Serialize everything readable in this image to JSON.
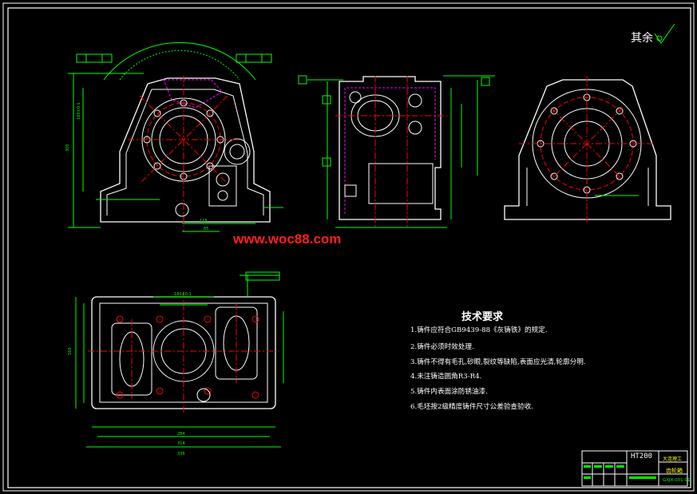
{
  "watermark": "www.woc88.com",
  "roughness_note": "其余",
  "tech_requirements": {
    "title": "技术要求",
    "items": [
      "1.铸件应符合GB9439-88《灰铸铁》的规定.",
      "2.铸件必须时效处理.",
      "3.铸件不得有毛孔,砂眼,裂纹等缺陷,表面应光清,轮廓分明.",
      "4.未注铸造圆角R3-R4.",
      "5.铸件内表面涂防锈油漆.",
      "6.毛坯按2级精度铸件尺寸公差验查验收."
    ]
  },
  "title_block": {
    "material": "HT200",
    "company": "大连理工",
    "part_name": "齿轮箱",
    "drawing_code": "GXJX-001-01"
  },
  "colors": {
    "background": "#000000",
    "outline": "#ffffff",
    "dimension": "#00ff00",
    "centerline": "#ff0000",
    "hidden": "#ffff00",
    "section": "#ff00ff",
    "watermark": "#ff2020"
  }
}
